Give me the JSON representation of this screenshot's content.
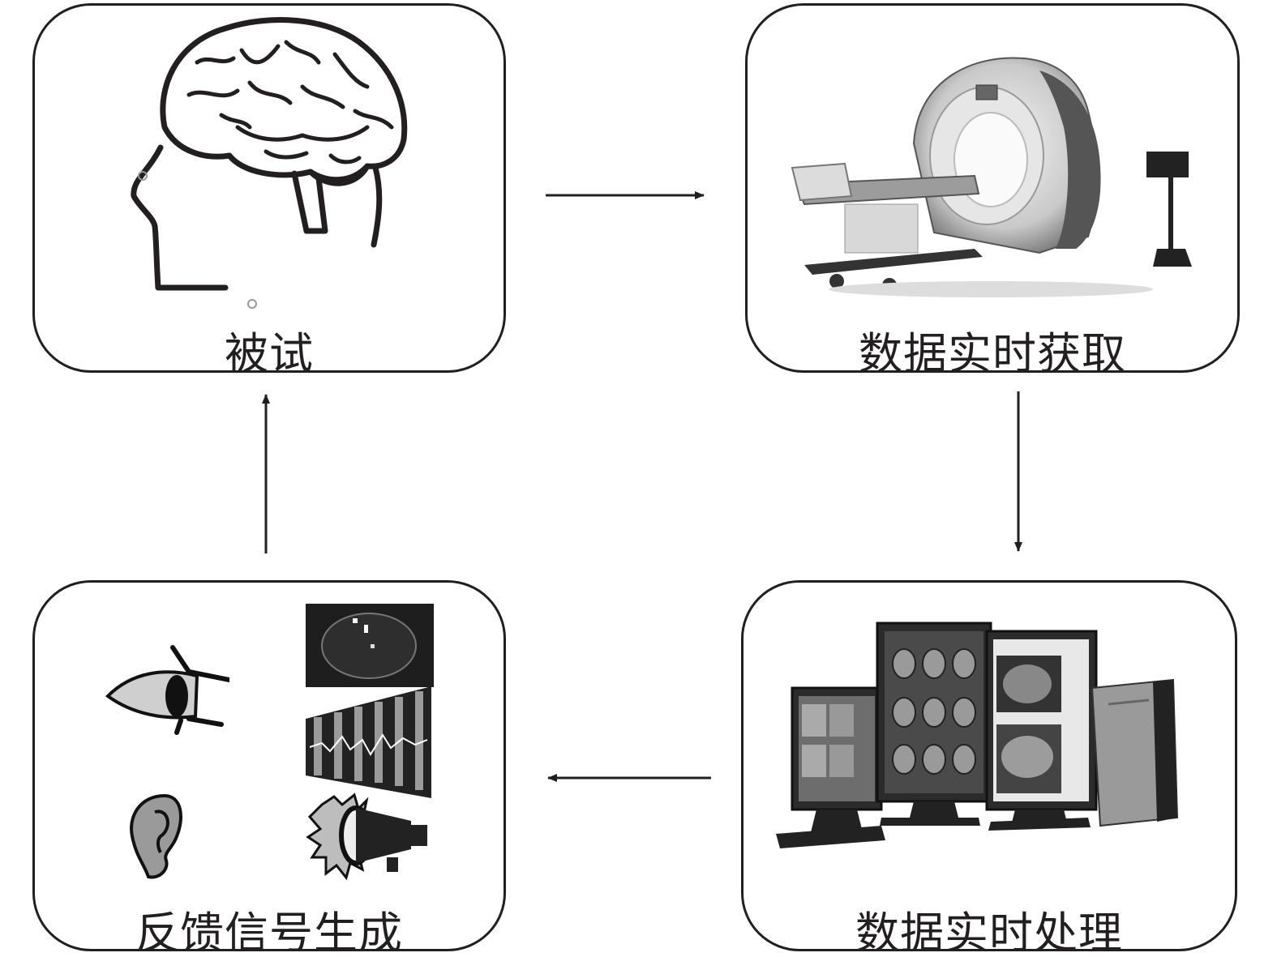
{
  "nodes": {
    "subject": {
      "label": "被试",
      "icon": "brain-head-icon"
    },
    "acquisition": {
      "label": "数据实时获取",
      "icon": "mri-scanner-icon"
    },
    "processing": {
      "label": "数据实时处理",
      "icon": "workstation-monitors-icon"
    },
    "feedback": {
      "label": "反馈信号生成",
      "icons": [
        "eye-icon",
        "brain-scan-icon",
        "signal-graph-icon",
        "ear-icon",
        "speaker-icon"
      ]
    }
  },
  "edges": [
    {
      "from": "subject",
      "to": "acquisition"
    },
    {
      "from": "acquisition",
      "to": "processing"
    },
    {
      "from": "processing",
      "to": "feedback"
    },
    {
      "from": "feedback",
      "to": "subject"
    }
  ],
  "colors": {
    "stroke": "#231f20",
    "background": "#ffffff"
  }
}
